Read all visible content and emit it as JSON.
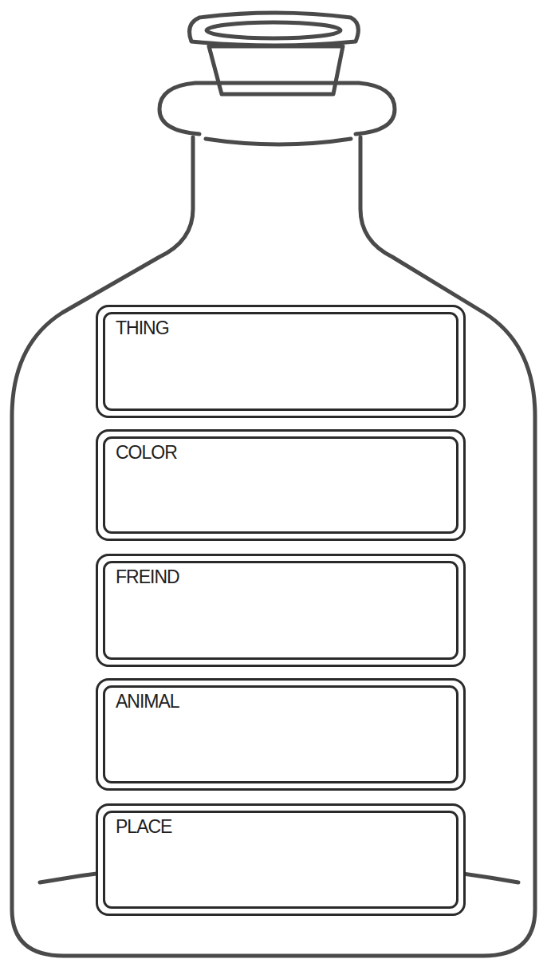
{
  "diagram": {
    "nodes": [
      {
        "text": [
          "THING"
        ]
      },
      {
        "text": [
          "COLOR"
        ]
      },
      {
        "text": [
          "FREIND"
        ]
      },
      {
        "text": [
          "ANIMAL"
        ]
      },
      {
        "text": [
          "PLACE"
        ]
      }
    ]
  }
}
